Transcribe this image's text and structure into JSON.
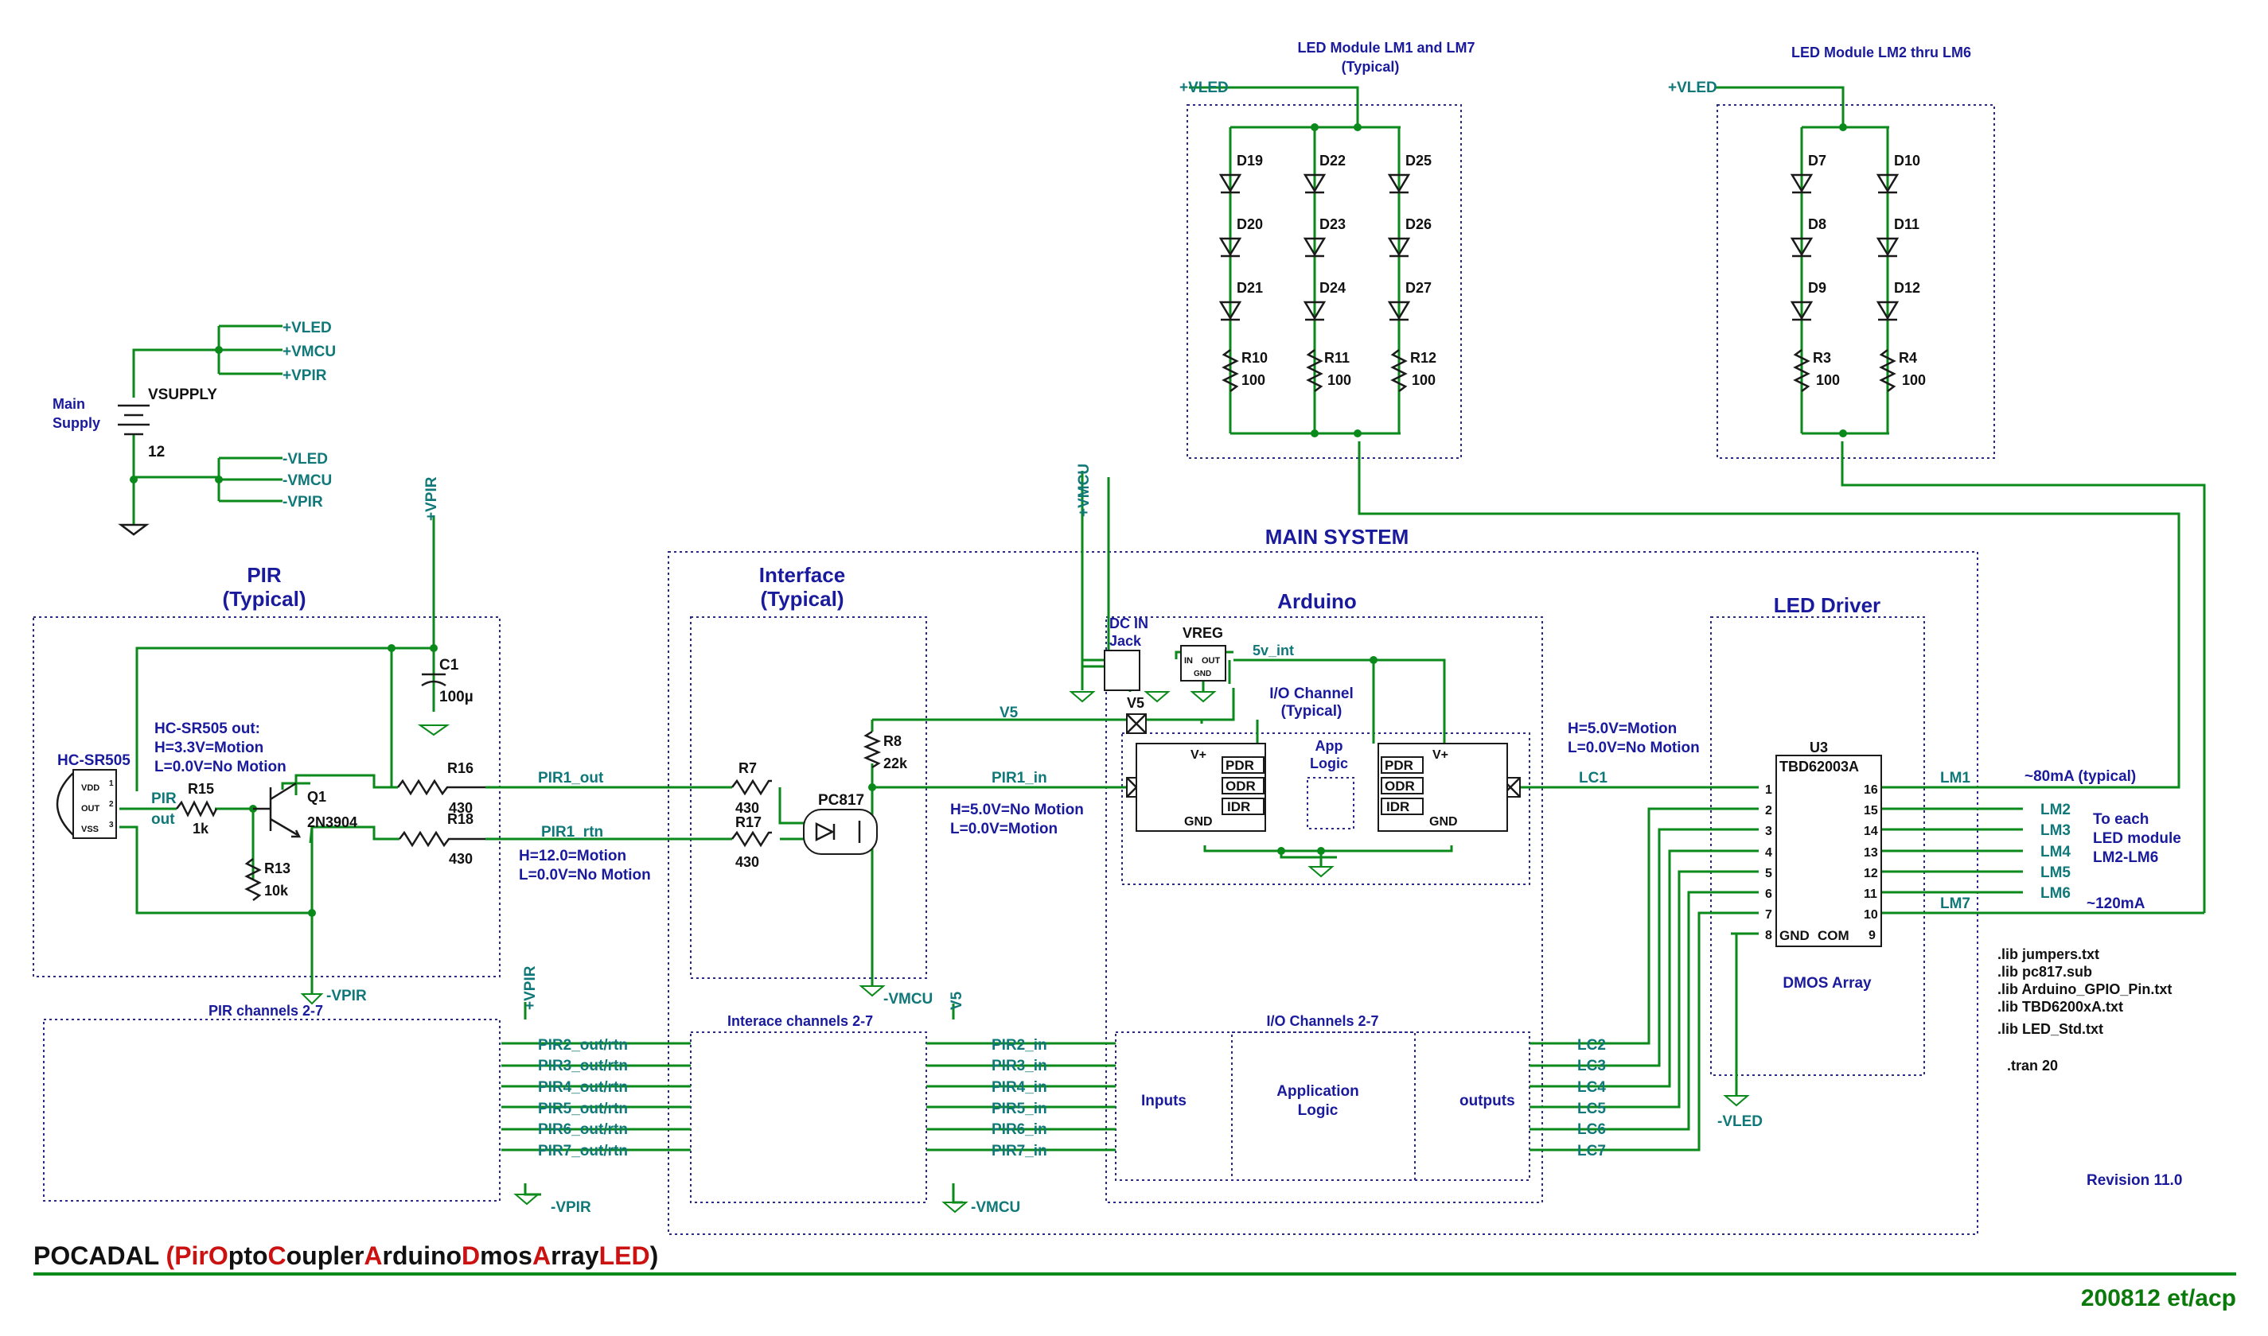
{
  "title": {
    "name": "POCADAL",
    "open_paren": "(",
    "close_paren": ")",
    "expansion": [
      {
        "t": "Pir",
        "c": "red"
      },
      {
        "t": "O",
        "c": "red"
      },
      {
        "t": "pto",
        "c": "black"
      },
      {
        "t": "C",
        "c": "red"
      },
      {
        "t": "oupler",
        "c": "black"
      },
      {
        "t": "A",
        "c": "red"
      },
      {
        "t": "rduino",
        "c": "black"
      },
      {
        "t": "D",
        "c": "red"
      },
      {
        "t": "mos",
        "c": "black"
      },
      {
        "t": "A",
        "c": "red"
      },
      {
        "t": "rray",
        "c": "black"
      },
      {
        "t": "LED",
        "c": "red"
      }
    ],
    "date": "200812 et/acp",
    "revision": "Revision 11.0"
  },
  "supply": {
    "label": "Main\nSupply",
    "label_l1": "Main",
    "label_l2": "Supply",
    "name": "VSUPPLY",
    "value": "12",
    "pos_nets": [
      "+VLED",
      "+VMCU",
      "+VPIR"
    ],
    "neg_nets": [
      "-VLED",
      "-VMCU",
      "-VPIR"
    ]
  },
  "pir": {
    "title_l1": "PIR",
    "title_l2": "(Typical)",
    "sensor": "HC-SR505",
    "pins": [
      "VDD",
      "OUT",
      "VSS"
    ],
    "pin_nums": [
      "1",
      "2",
      "3"
    ],
    "note_l1": "HC-SR505 out:",
    "note_l2": "H=3.3V=Motion",
    "note_l3": "L=0.0V=No Motion",
    "pir_out_l1": "PIR",
    "pir_out_l2": "out",
    "r15": "R15",
    "r15v": "1k",
    "q1": "Q1",
    "q1v": "2N3904",
    "r13": "R13",
    "r13v": "10k",
    "c1": "C1",
    "c1v": "100µ",
    "r16": "R16",
    "r16v": "430",
    "r18": "R18",
    "r18v": "430",
    "vpir_top": "+VPIR",
    "vpir_bot": "-VPIR",
    "channels": "PIR channels 2-7",
    "vpir2": "+VPIR",
    "vpir3": "-VPIR",
    "pir1_out": "PIR1_out",
    "pir1_rtn": "PIR1_rtn",
    "note2_l1": "H=12.0=Motion",
    "note2_l2": "L=0.0V=No Motion"
  },
  "bus_left": [
    "PIR2_out/rtn",
    "PIR3_out/rtn",
    "PIR4_out/rtn",
    "PIR5_out/rtn",
    "PIR6_out/rtn",
    "PIR7_out/rtn"
  ],
  "bus_mid": [
    "PIR2_in",
    "PIR3_in",
    "PIR4_in",
    "PIR5_in",
    "PIR6_in",
    "PIR7_in"
  ],
  "bus_right": [
    "LC2",
    "LC3",
    "LC4",
    "LC5",
    "LC6",
    "LC7"
  ],
  "interface": {
    "title_l1": "Interface",
    "title_l2": "(Typical)",
    "r7": "R7",
    "r7v": "430",
    "r17": "R17",
    "r17v": "430",
    "r8": "R8",
    "r8v": "22k",
    "opto": "PC817",
    "v5": "V5",
    "pir1_in": "PIR1_in",
    "note_l1": "H=5.0V=No Motion",
    "note_l2": "L=0.0V=Motion",
    "channels": "Interace channels 2-7",
    "v5b": "V5",
    "vmcu": "-VMCU",
    "vmcu2": "-VMCU"
  },
  "main_system": "MAIN SYSTEM",
  "arduino": {
    "title": "Arduino",
    "vmcu": "+VMCU",
    "dcin_l1": "DC IN",
    "dcin_l2": "Jack",
    "vreg": "VREG",
    "vreg_in": "IN",
    "vreg_out": "OUT",
    "vreg_gnd": "GND",
    "v5int": "5v_int",
    "v5": "V5",
    "io_l1": "I/O Channel",
    "io_l2": "(Typical)",
    "app_l1": "App",
    "app_l2": "Logic",
    "regs": [
      "PDR",
      "ODR",
      "IDR"
    ],
    "vplus": "V+",
    "gnd": "GND",
    "io_channels": "I/O Channels 2-7",
    "inputs": "Inputs",
    "app2_l1": "Application",
    "app2_l2": "Logic",
    "outputs": "outputs",
    "note_l1": "H=5.0V=Motion",
    "note_l2": "L=0.0V=No Motion",
    "lc1": "LC1"
  },
  "driver": {
    "title": "LED Driver",
    "u3": "U3",
    "part": "TBD62003A",
    "left_pins": [
      "1",
      "2",
      "3",
      "4",
      "5",
      "6",
      "7",
      "8"
    ],
    "right_pins": [
      "16",
      "15",
      "14",
      "13",
      "12",
      "11",
      "10",
      "9"
    ],
    "gnd": "GND",
    "com": "COM",
    "array": "DMOS Array",
    "vled": "-VLED",
    "outs": [
      "LM1",
      "LM2",
      "LM3",
      "LM4",
      "LM5",
      "LM6",
      "LM7"
    ],
    "cur1": "~80mA (typical)",
    "each_l1": "To each",
    "each_l2": "LED module",
    "each_l3": "LM2-LM6",
    "cur2": "~120mA"
  },
  "lm17": {
    "title_l1": "LED Module LM1 and LM7",
    "title_l2": "(Typical)",
    "vled": "+VLED",
    "diodes": [
      "D19",
      "D22",
      "D25",
      "D20",
      "D23",
      "D26",
      "D21",
      "D24",
      "D27"
    ],
    "res": [
      "R10",
      "R11",
      "R12"
    ],
    "resv": "100"
  },
  "lm26": {
    "title": "LED Module LM2 thru LM6",
    "vled": "+VLED",
    "diodes": [
      "D7",
      "D10",
      "D8",
      "D11",
      "D9",
      "D12"
    ],
    "res": [
      "R3",
      "R4"
    ],
    "resv": "100"
  },
  "libs": [
    ".lib jumpers.txt",
    ".lib pc817.sub",
    ".lib Arduino_GPIO_Pin.txt",
    ".lib TBD6200xA.txt",
    ".lib LED_Std.txt"
  ],
  "tran": ".tran 20",
  "colors": {
    "wire": "#0a8a1a",
    "net": "#107878",
    "title": "#1a1a9c",
    "accent": "#cc1111"
  }
}
